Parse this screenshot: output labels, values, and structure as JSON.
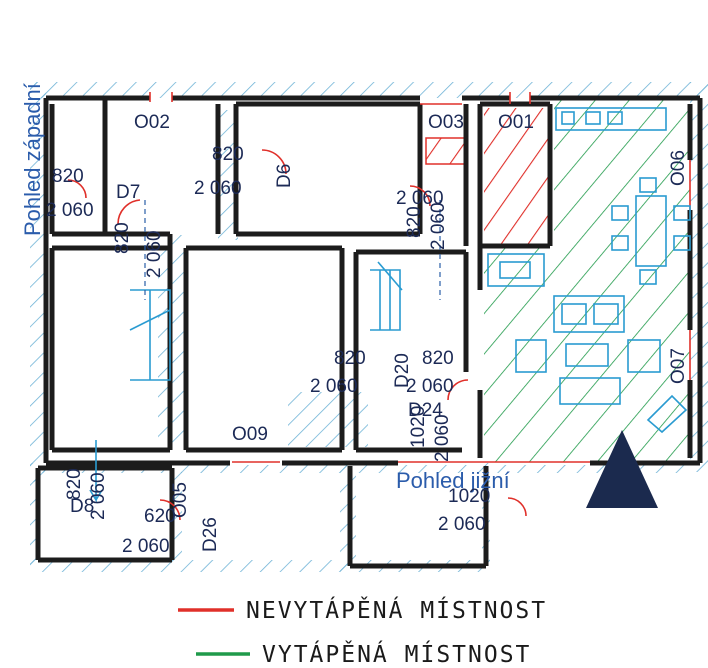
{
  "views": {
    "west": "Pohled západní",
    "south": "Pohled jižní"
  },
  "rooms": {
    "o01": "O01",
    "o02": "O02",
    "o03": "O03",
    "o05": "O05",
    "o06": "O06",
    "o07": "O07",
    "o09": "O09"
  },
  "doors": {
    "d6": "D6",
    "d7": "D7",
    "d8": "D8",
    "d20": "D20",
    "d24": "D24",
    "d26": "D26"
  },
  "dimensions": {
    "w820": "820",
    "w620": "620",
    "w1020": "1020",
    "h2060": "2 060",
    "h2060_b": "2 060"
  },
  "legend": {
    "unheated_label": "NEVYTÁPĚNÁ MÍSTNOST",
    "heated_label": "VYTÁPĚNÁ MÍSTNOST",
    "unheated_color": "#e0302a",
    "heated_color": "#1f9a4a"
  },
  "colors": {
    "wall": "#1c1c1c",
    "insulation_hatch": "#6fb3d6",
    "furniture": "#2a9bd1",
    "label": "#1c2a56",
    "arrow": "#1b2a4e"
  }
}
